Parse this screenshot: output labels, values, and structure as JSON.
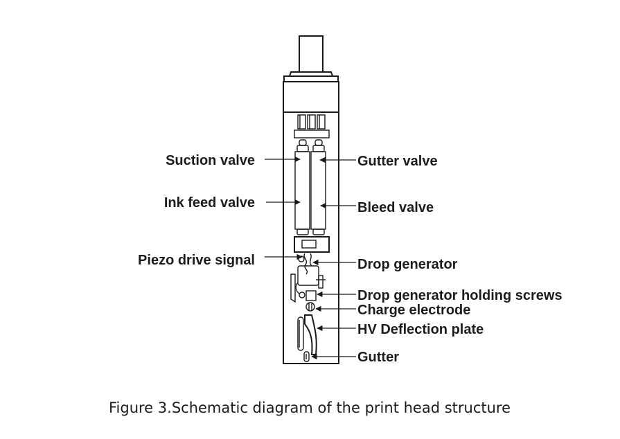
{
  "labels": {
    "suction_valve": "Suction valve",
    "gutter_valve": "Gutter valve",
    "ink_feed_valve": "Ink feed valve",
    "bleed_valve": "Bleed valve",
    "piezo_drive_signal": "Piezo drive signal",
    "drop_generator": "Drop generator",
    "drop_generator_holding_screws": "Drop generator holding screws",
    "charge_electrode": "Charge electrode",
    "hv_deflection_plate": "HV Deflection plate",
    "gutter": "Gutter"
  },
  "caption": "Figure 3.Schematic diagram of the print head structure",
  "colors": {
    "line": "#1a1a1a",
    "text": "#1c1c1c",
    "background": "#ffffff"
  }
}
